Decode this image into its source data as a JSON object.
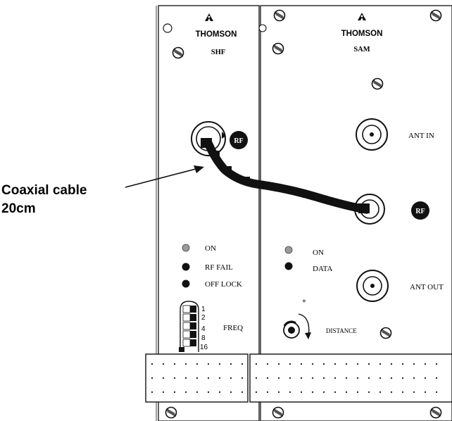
{
  "annotation": {
    "line1": "Coaxial cable",
    "line2": "20cm"
  },
  "modules": {
    "shf": {
      "brand": "THOMSON",
      "model": "SHF",
      "connector_label": "RF",
      "leds": [
        {
          "label": "ON",
          "state": "light"
        },
        {
          "label": "RF FAIL",
          "state": "dark"
        },
        {
          "label": "OFF LOCK",
          "state": "dark"
        }
      ],
      "dip_switch": {
        "values": [
          "1",
          "2",
          "4",
          "8",
          "16"
        ],
        "label": "FREQ"
      }
    },
    "sam": {
      "brand": "THOMSON",
      "model": "SAM",
      "ant_in_label": "ANT IN",
      "connector_label": "RF",
      "ant_out_label": "ANT OUT",
      "leds": [
        {
          "label": "ON",
          "state": "light"
        },
        {
          "label": "DATA",
          "state": "dark"
        }
      ],
      "knob_label": "DISTANCE",
      "knob_indicator": "+"
    }
  },
  "colors": {
    "ink": "#111111",
    "panel": "#ffffff",
    "led_light": "#9a9a9a",
    "led_dark": "#111111",
    "cable": "#111111"
  }
}
